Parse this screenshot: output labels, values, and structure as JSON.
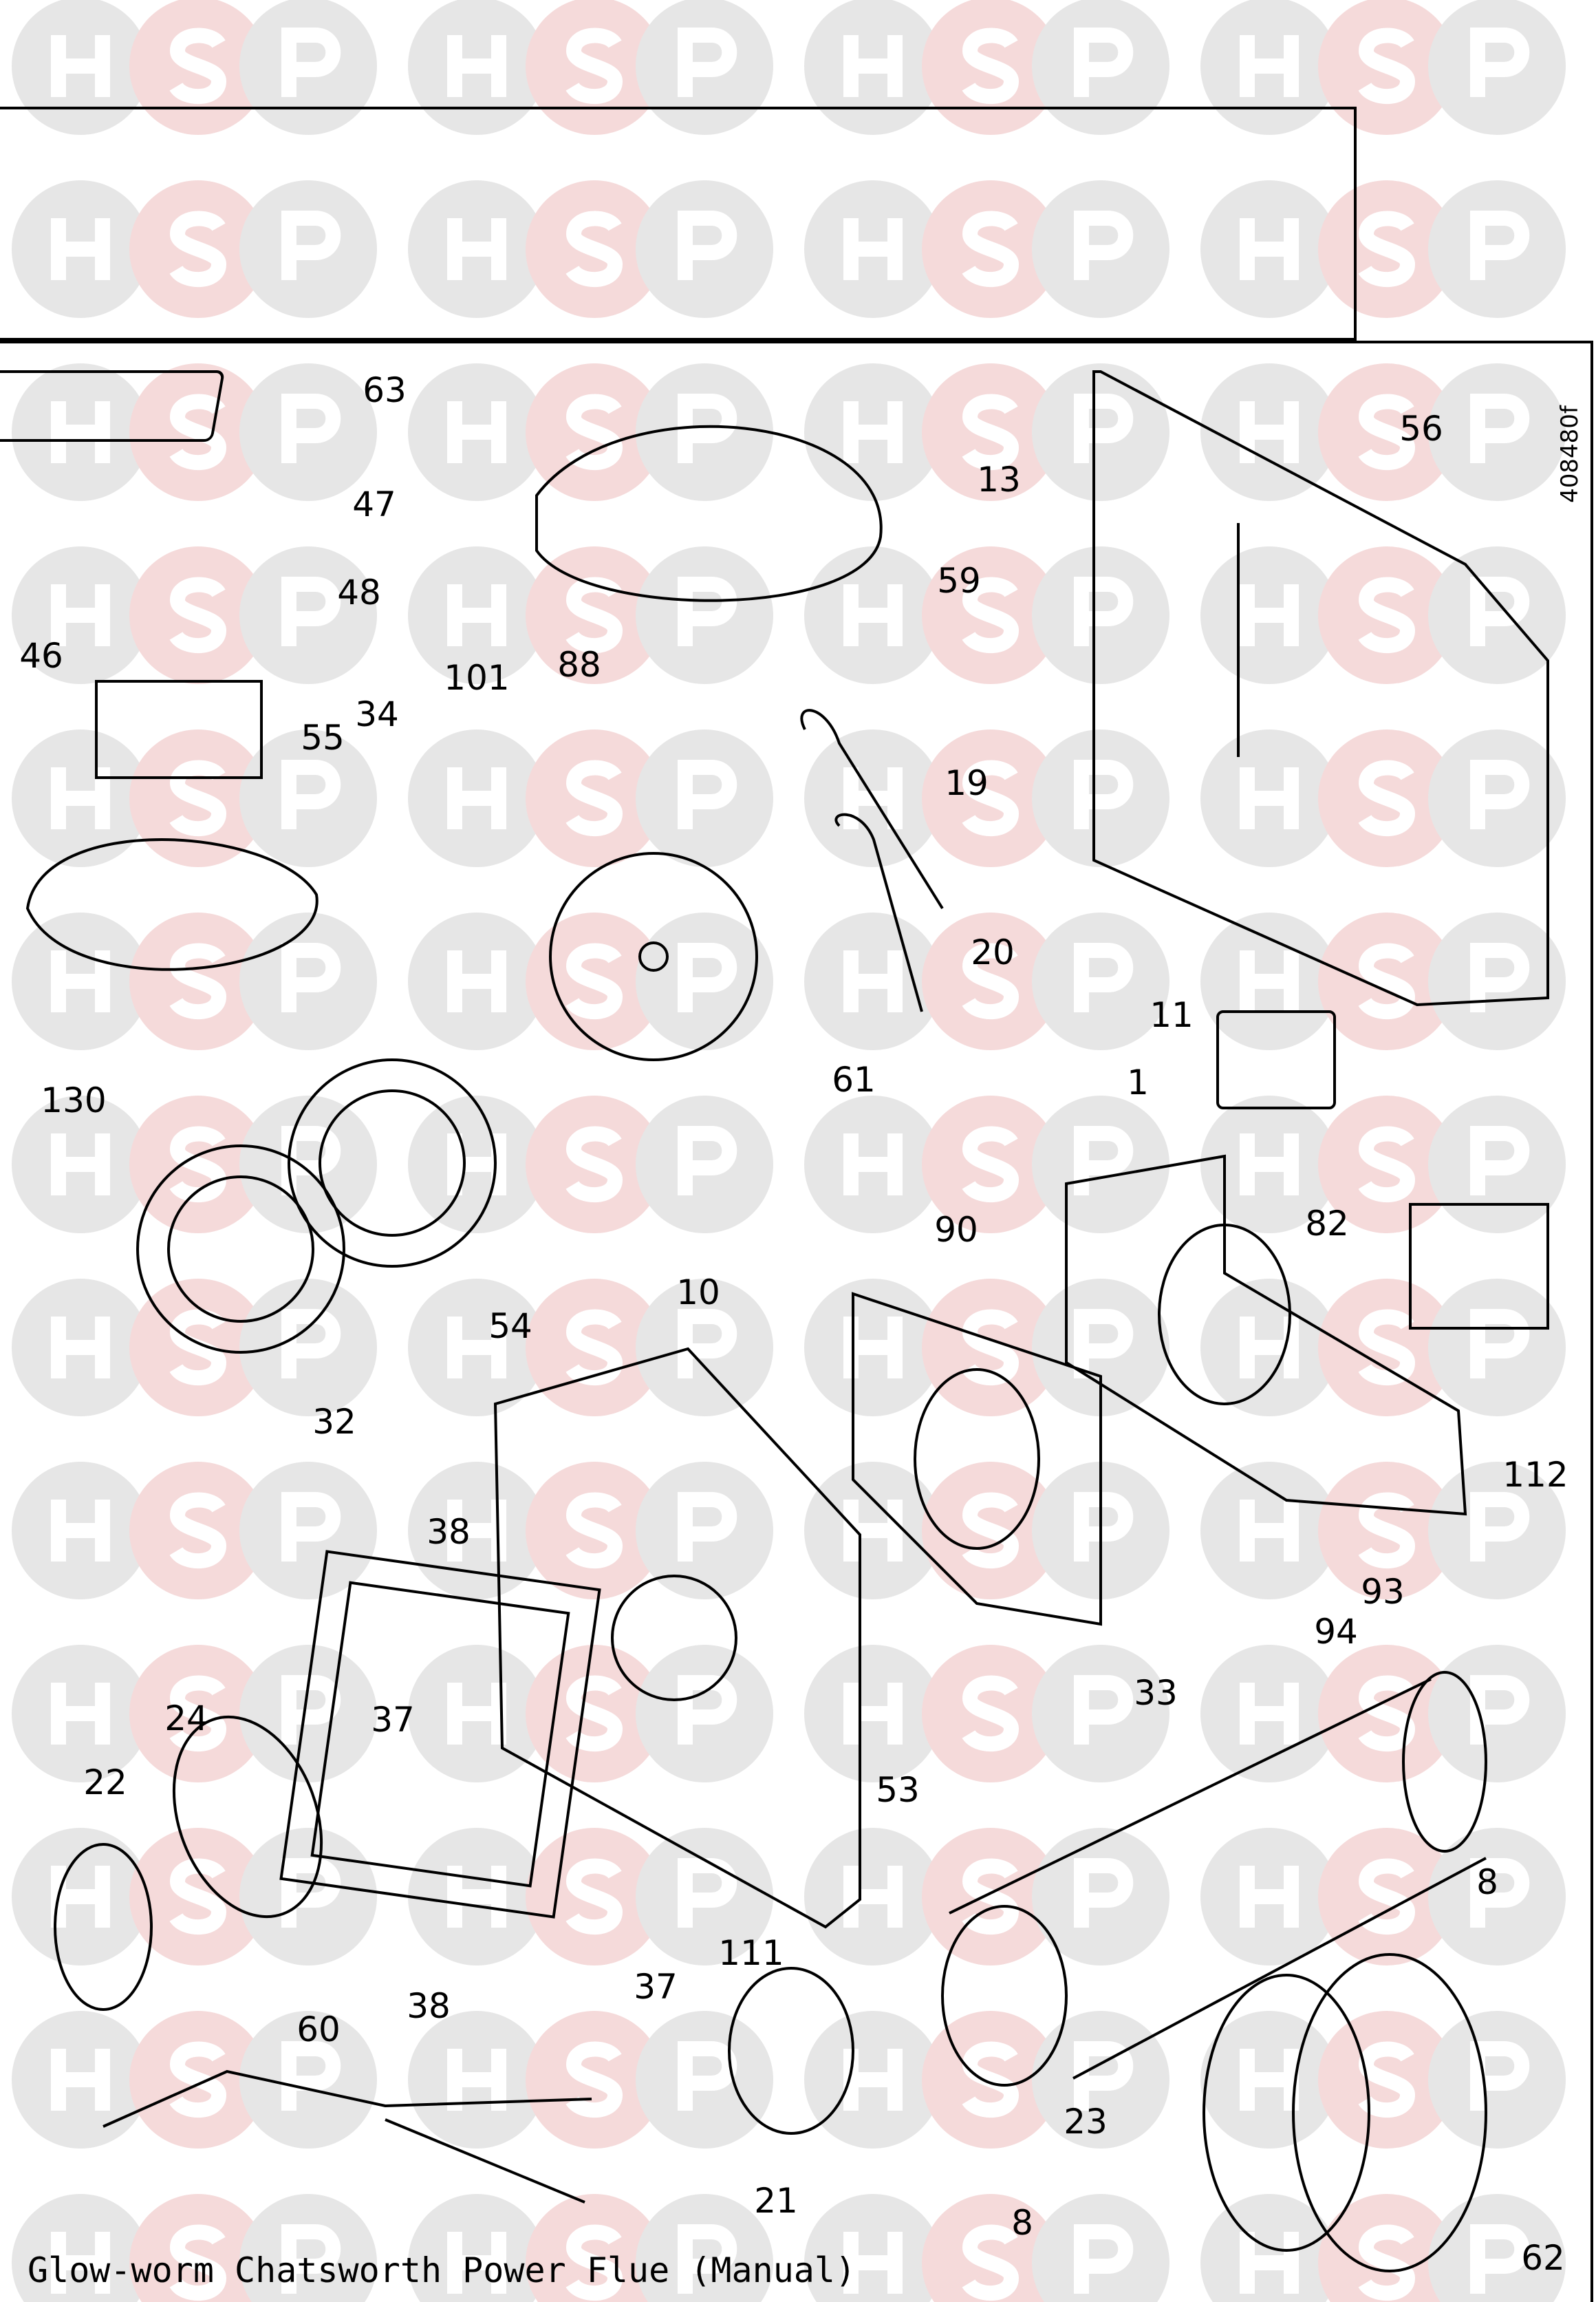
{
  "title": "Glow-worm Chatsworth Power Flue (Manual)",
  "drawing_code": "408480f",
  "watermark": {
    "letters": [
      "H",
      "S",
      "P"
    ],
    "colors": {
      "h": "#e6e6e6",
      "s": "#f5dada",
      "p": "#e6e6e6"
    }
  },
  "callouts": [
    "63",
    "47",
    "48",
    "46",
    "34",
    "101",
    "88",
    "55",
    "130",
    "59",
    "13",
    "56",
    "19",
    "20",
    "61",
    "11",
    "1",
    "82",
    "90",
    "10",
    "54",
    "32",
    "112",
    "93",
    "94",
    "38",
    "33",
    "37",
    "24",
    "22",
    "53",
    "8",
    "111",
    "37",
    "38",
    "60",
    "23",
    "21",
    "8",
    "62"
  ]
}
